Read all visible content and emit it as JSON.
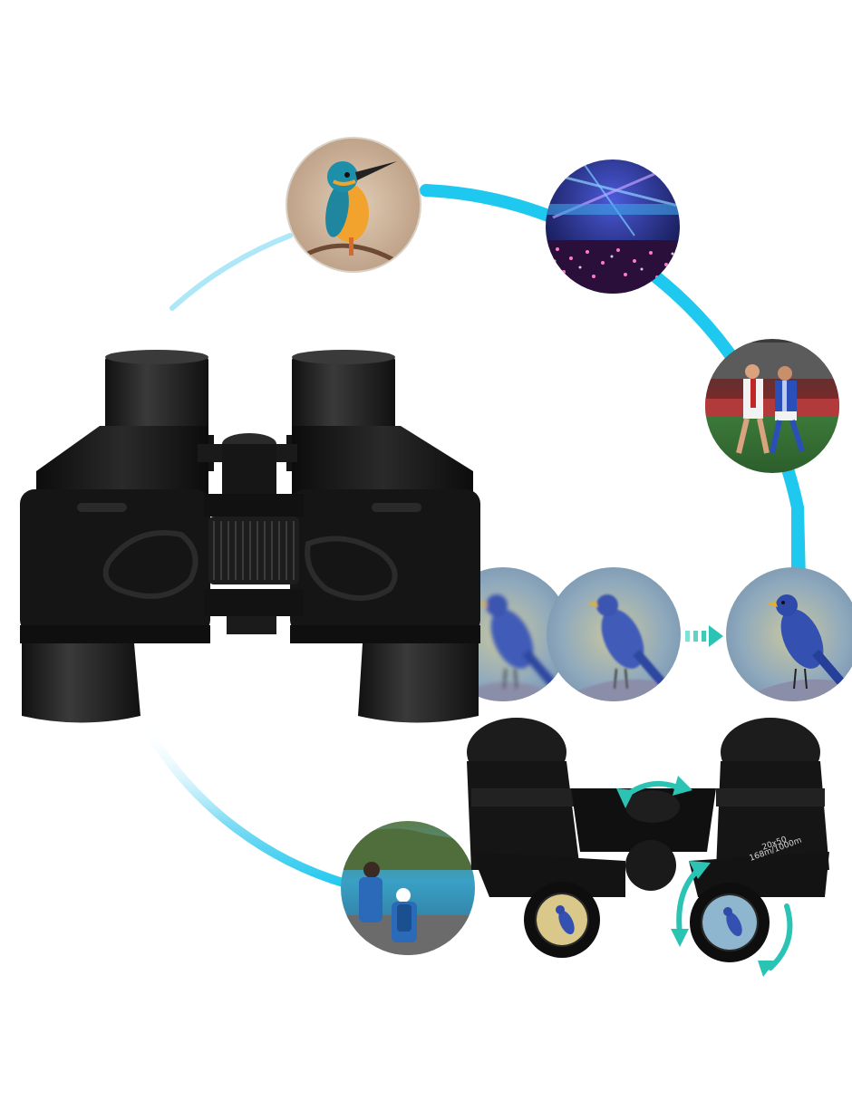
{
  "image": {
    "background": "#ffffff",
    "ring_color": "#1ec8ee",
    "arrow_color": "#2bc4b4"
  },
  "photos": [
    {
      "subject": "kingfisher-bird",
      "bg": "#c8ad95"
    },
    {
      "subject": "concert-crowd",
      "bg": "#1b1f66"
    },
    {
      "subject": "football-players",
      "bg": "#2f6a33"
    },
    {
      "subject": "blue-bird-blurred",
      "bg": "#8aa7bd"
    },
    {
      "subject": "blue-bird-semi-blurred",
      "bg": "#8da9be"
    },
    {
      "subject": "blue-bird-sharp",
      "bg": "#90b1c6"
    },
    {
      "subject": "hikers-lake",
      "bg": "#4a8fb0"
    }
  ],
  "binocular_spec": {
    "line1": "20x50",
    "line2": "168m/1000m"
  }
}
